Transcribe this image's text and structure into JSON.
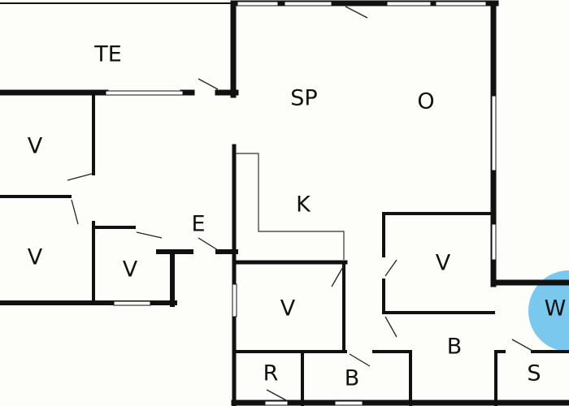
{
  "floorplan": {
    "colors": {
      "background": "#fdfdf9",
      "wall": "#111111",
      "highlight": "#7ac8ee"
    },
    "rooms": [
      {
        "id": "te",
        "label": "TE"
      },
      {
        "id": "sp",
        "label": "SP"
      },
      {
        "id": "o",
        "label": "O"
      },
      {
        "id": "v-left-top",
        "label": "V"
      },
      {
        "id": "k",
        "label": "K"
      },
      {
        "id": "e",
        "label": "E"
      },
      {
        "id": "v-left-bottom",
        "label": "V"
      },
      {
        "id": "v-small",
        "label": "V"
      },
      {
        "id": "v-right",
        "label": "V"
      },
      {
        "id": "v-center",
        "label": "V"
      },
      {
        "id": "w",
        "label": "W"
      },
      {
        "id": "b-hall",
        "label": "B"
      },
      {
        "id": "r",
        "label": "R"
      },
      {
        "id": "b-bath",
        "label": "B"
      },
      {
        "id": "s",
        "label": "S"
      }
    ]
  }
}
